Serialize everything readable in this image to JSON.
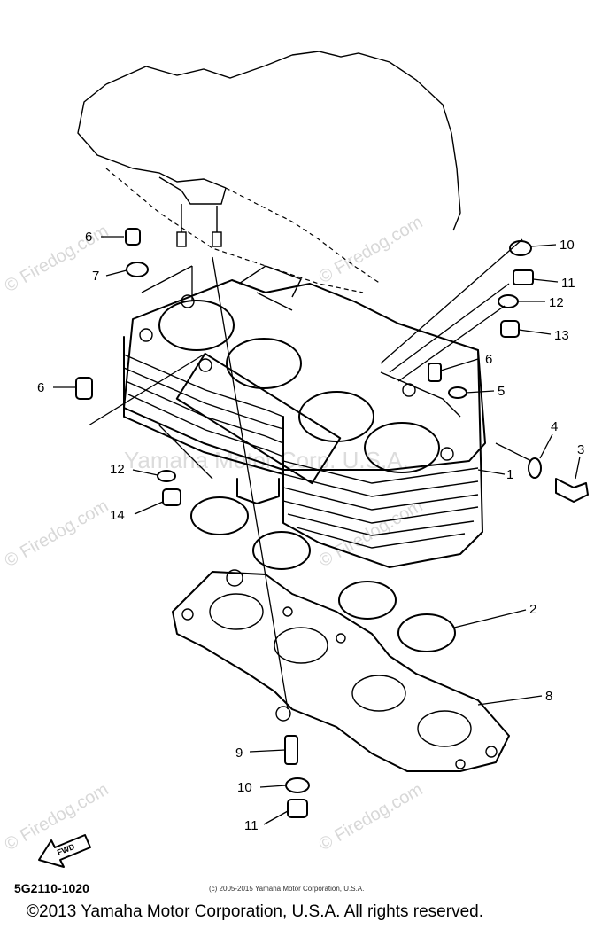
{
  "watermark": {
    "firedog": "© Firedog.com",
    "yamaha": "Yamaha Motor Corp. U.S.A."
  },
  "callouts": {
    "c1": "1",
    "c2": "2",
    "c3": "3",
    "c4": "4",
    "c5": "5",
    "c6a": "6",
    "c6b": "6",
    "c6c": "6",
    "c7": "7",
    "c8": "8",
    "c9": "9",
    "c10a": "10",
    "c10b": "10",
    "c11a": "11",
    "c11b": "11",
    "c12a": "12",
    "c12b": "12",
    "c13": "13",
    "c14": "14"
  },
  "fwd_label": "FWD",
  "part_code": "5G2110-1020",
  "small_copyright": "(c) 2005-2015 Yamaha Motor Corporation, U.S.A.",
  "copyright": "©2013 Yamaha Motor Corporation, U.S.A. All rights reserved."
}
